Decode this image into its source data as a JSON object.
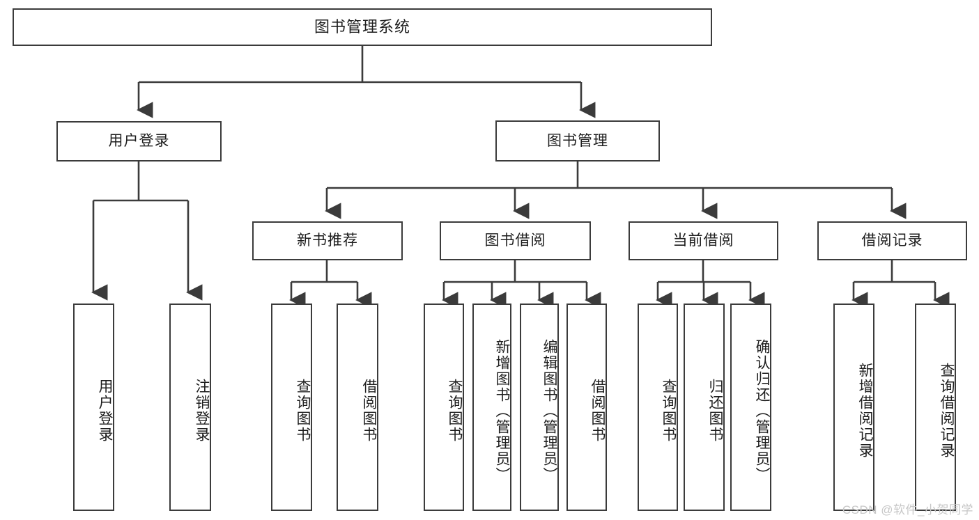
{
  "diagram": {
    "title": "图书管理系统",
    "type": "tree-hierarchy",
    "watermark": "CSDN @软件_小贺同学",
    "stroke_color": "#3b3b3b",
    "fill_color": "#ffffff",
    "text_color": "#1d1d1d",
    "watermark_color": "#c7c7c7"
  },
  "nodes": {
    "root": {
      "label": "图书管理系统"
    },
    "level2": [
      {
        "label": "用户登录"
      },
      {
        "label": "图书管理"
      }
    ],
    "level3": [
      {
        "label": "新书推荐"
      },
      {
        "label": "图书借阅"
      },
      {
        "label": "当前借阅"
      },
      {
        "label": "借阅记录"
      }
    ],
    "leaves": {
      "user_login": [
        {
          "label": "用户登录"
        },
        {
          "label": "注销登录"
        }
      ],
      "new_book": [
        {
          "label": "查询图书"
        },
        {
          "label": "借阅图书"
        }
      ],
      "book_borrow": [
        {
          "label": "查询图书"
        },
        {
          "label": "新增图书（管理员）"
        },
        {
          "label": "编辑图书（管理员）"
        },
        {
          "label": "借阅图书"
        }
      ],
      "current_borrow": [
        {
          "label": "查询图书"
        },
        {
          "label": "归还图书"
        },
        {
          "label": "确认归还（管理员）"
        }
      ],
      "borrow_record": [
        {
          "label": "新增借阅记录"
        },
        {
          "label": "查询借阅记录"
        }
      ]
    }
  }
}
